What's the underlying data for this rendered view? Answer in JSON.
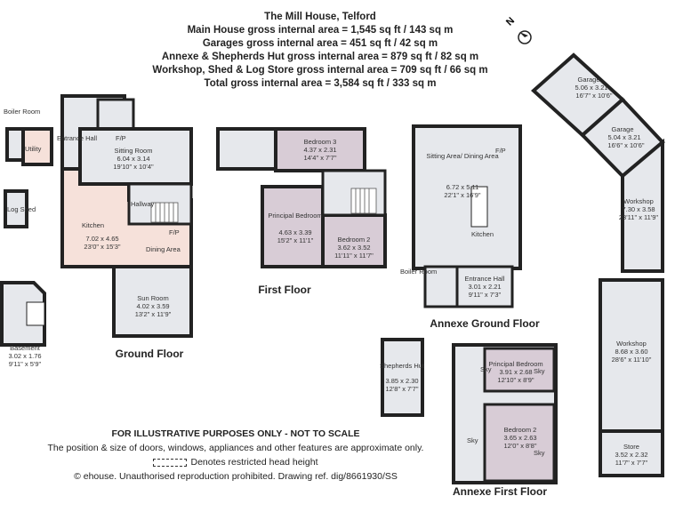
{
  "title": "The Mill House, Telford",
  "areas": [
    "Main House gross internal area = 1,545 sq ft / 143 sq m",
    "Garages gross internal area = 451 sq ft / 42 sq m",
    "Annexe & Shepherds Hut gross internal area = 879 sq ft / 82 sq m",
    "Workshop, Shed & Log Store gross internal area = 709 sq ft / 66 sq m",
    "Total gross internal area = 3,584 sq ft / 333 sq m"
  ],
  "compass": "N",
  "floors": {
    "ground": "Ground Floor",
    "first": "First Floor",
    "annexe_ground": "Annexe Ground Floor",
    "annexe_first": "Annexe First Floor"
  },
  "rooms": {
    "boiler_room": "Boiler Room",
    "utility": "Utility",
    "entrance_hall": "Entrance Hall",
    "log_shed": "Log Shed",
    "sitting_room": {
      "name": "Sitting Room",
      "metric": "6.04 x 3.14",
      "imperial": "19'10\" x 10'4\""
    },
    "fp1": "F/P",
    "fp2": "F/P",
    "hallway": "Hallway",
    "kitchen": "Kitchen",
    "kitchen_dining": {
      "name": "Dining Area",
      "metric": "7.02 x 4.65",
      "imperial": "23'0\" x 15'3\""
    },
    "sun_room": {
      "name": "Sun Room",
      "metric": "4.02 x 3.59",
      "imperial": "13'2\" x 11'9\""
    },
    "basement": {
      "name": "Basement",
      "metric": "3.02 x 1.76",
      "imperial": "9'11\" x 5'9\""
    },
    "bedroom3": {
      "name": "Bedroom 3",
      "metric": "4.37 x 2.31",
      "imperial": "14'4\" x 7'7\""
    },
    "principal_bedroom": {
      "name": "Principal Bedroom",
      "metric": "4.63 x 3.39",
      "imperial": "15'2\" x 11'1\""
    },
    "bedroom2": {
      "name": "Bedroom 2",
      "metric": "3.62 x 3.52",
      "imperial": "11'11\" x 11'7\""
    },
    "annexe_sitting": {
      "name": "Sitting Area/ Dining Area",
      "metric": "6.72 x 5.11",
      "imperial": "22'1\" x 16'9\""
    },
    "annexe_fp": "F/P",
    "annexe_kitchen": "Kitchen",
    "annexe_boiler": "Boiler Room",
    "annexe_entrance": {
      "name": "Entrance Hall",
      "metric": "3.01 x 2.21",
      "imperial": "9'11\" x 7'3\""
    },
    "shepherds_hut": {
      "name": "Shepherds Hut",
      "metric": "3.85 x 2.30",
      "imperial": "12'8\" x 7'7\""
    },
    "annexe_principal": {
      "name": "Principal Bedroom",
      "metric": "3.91 x 2.68",
      "imperial": "12'10\" x 8'9\""
    },
    "annexe_bedroom2": {
      "name": "Bedroom 2",
      "metric": "3.65 x 2.63",
      "imperial": "12'0\" x 8'8\""
    },
    "sky": "Sky",
    "garage1": {
      "name": "Garage",
      "metric": "5.06 x 3.21",
      "imperial": "16'7\" x 10'6\""
    },
    "garage2": {
      "name": "Garage",
      "metric": "5.04 x 3.21",
      "imperial": "16'6\" x 10'6\""
    },
    "workshop1": {
      "name": "Workshop",
      "metric": "7.30 x 3.58",
      "imperial": "23'11\" x 11'9\""
    },
    "workshop2": {
      "name": "Workshop",
      "metric": "8.68 x 3.60",
      "imperial": "28'6\" x 11'10\""
    },
    "store": {
      "name": "Store",
      "metric": "3.52 x 2.32",
      "imperial": "11'7\" x 7'7\""
    }
  },
  "disclaimer": {
    "title": "FOR ILLUSTRATIVE PURPOSES ONLY - NOT TO SCALE",
    "line1": "The position & size of doors, windows, appliances and other features are approximate only.",
    "line2": "Denotes restricted head height",
    "line3": "© ehouse. Unauthorised reproduction prohibited. Drawing ref. dig/8661930/SS"
  },
  "colors": {
    "wall": "#222222",
    "floor_grey": "#e6e8ec",
    "floor_pink": "#f6e1da",
    "floor_purple": "#d8ccd6",
    "garden_grey": "#dfe1e6"
  }
}
